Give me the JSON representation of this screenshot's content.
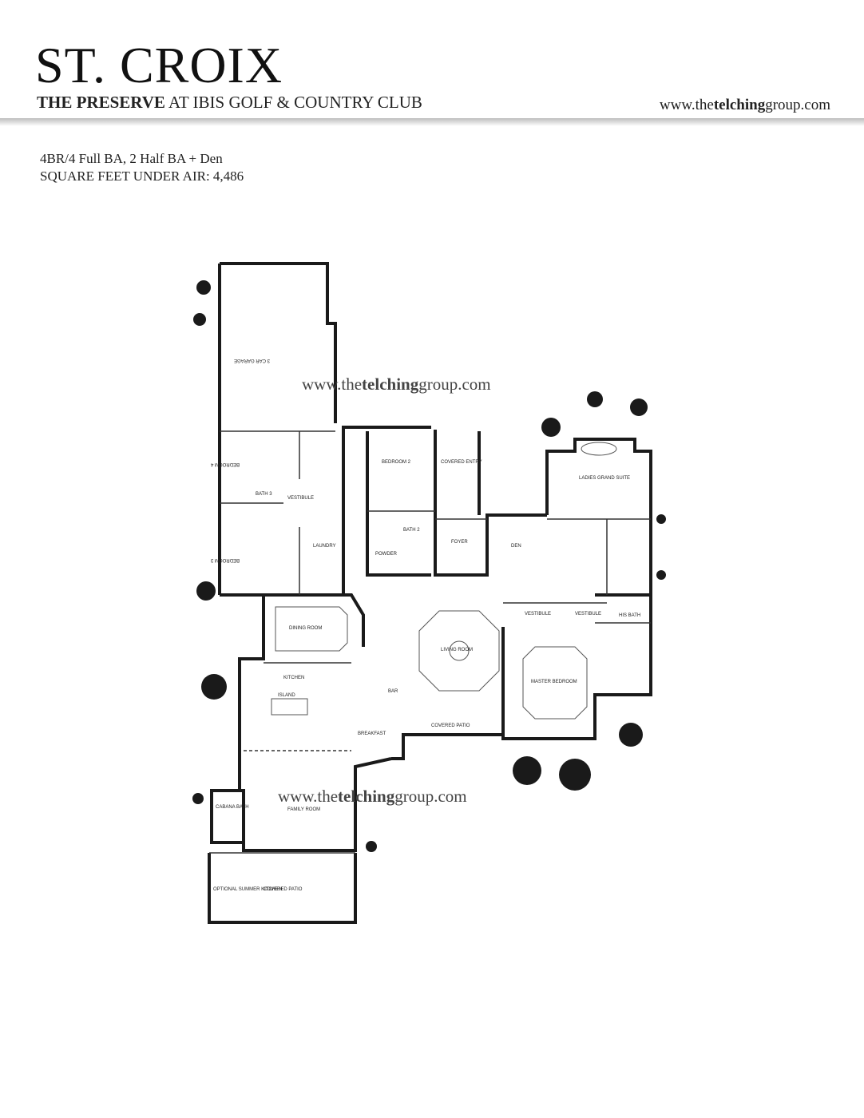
{
  "header": {
    "title": "ST. CROIX",
    "subtitle_bold": "THE PRESERVE",
    "subtitle_rest": " AT IBIS GOLF & COUNTRY CLUB",
    "url_prefix": "www.the",
    "url_bold": "telching",
    "url_suffix": "group.com"
  },
  "specs": {
    "line1": "4BR/4 Full BA, 2 Half BA + Den",
    "line2": "SQUARE FEET UNDER AIR: 4,486"
  },
  "watermark": {
    "prefix": "www.the",
    "bold": "telching",
    "suffix": "group.com"
  },
  "rooms": {
    "garage": "3 CAR GARAGE",
    "bedroom4": "BEDROOM 4",
    "bedroom3": "BEDROOM 3",
    "bath3": "BATH 3",
    "laundry": "LAUNDRY",
    "vestibule1": "VESTIBULE",
    "bedroom2": "BEDROOM 2",
    "bath2": "BATH 2",
    "powder": "POWDER",
    "covered_entry": "COVERED ENTRY",
    "foyer": "FOYER",
    "den": "DEN",
    "ladies": "LADIES GRAND SUITE",
    "dining": "DINING ROOM",
    "living": "LIVING ROOM",
    "vestibule2": "VESTIBULE",
    "vestibule3": "VESTIBULE",
    "master": "MASTER BEDROOM",
    "his_bath": "HIS BATH",
    "kitchen": "KITCHEN",
    "island": "ISLAND",
    "bar": "BAR",
    "covered_patio1": "COVERED PATIO",
    "breakfast": "BREAKFAST",
    "family": "FAMILY ROOM",
    "cabana": "CABANA BATH",
    "covered_patio2": "COVERED PATIO",
    "summer_kitchen": "OPTIONAL SUMMER KITCHEN"
  },
  "colors": {
    "ink": "#1a1a1a",
    "rule": "#bdbdbd",
    "background": "#ffffff"
  }
}
